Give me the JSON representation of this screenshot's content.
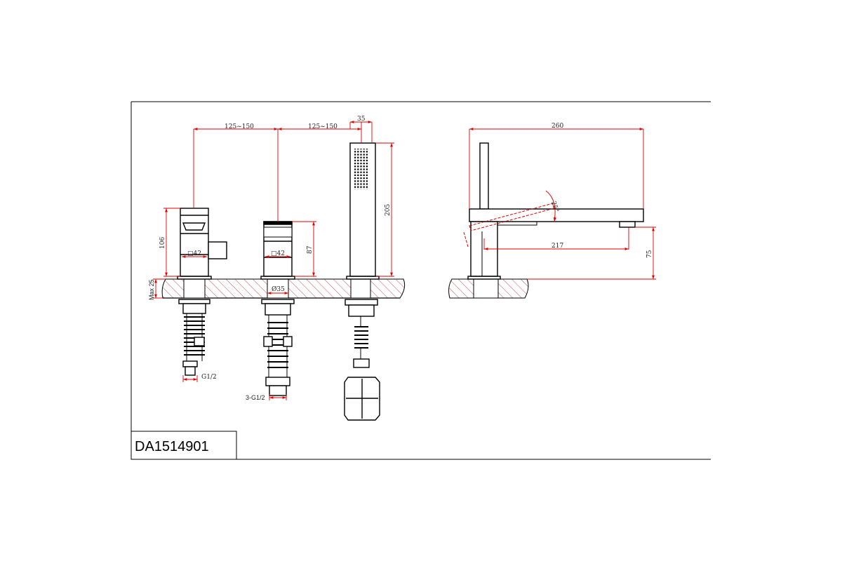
{
  "drawing": {
    "code": "DA1514901",
    "dimensions": {
      "spacing_left": "125~150",
      "spacing_right": "125~150",
      "shower_width": "35",
      "mixer_height": "106",
      "diverter_height": "87",
      "shower_height": "205",
      "mixer_square": "□42",
      "diverter_square": "□42",
      "hole_diameter": "Ø35",
      "max_deck": "Max 25",
      "inlet_single": "G1/2",
      "inlet_triple": "3-G1/2",
      "side_length": "260",
      "spout_reach": "217",
      "spout_height": "75",
      "lever_angle": "25°"
    }
  },
  "colors": {
    "line": "#000000",
    "dimension": "#e00000",
    "hatch": "#c43b3b"
  }
}
